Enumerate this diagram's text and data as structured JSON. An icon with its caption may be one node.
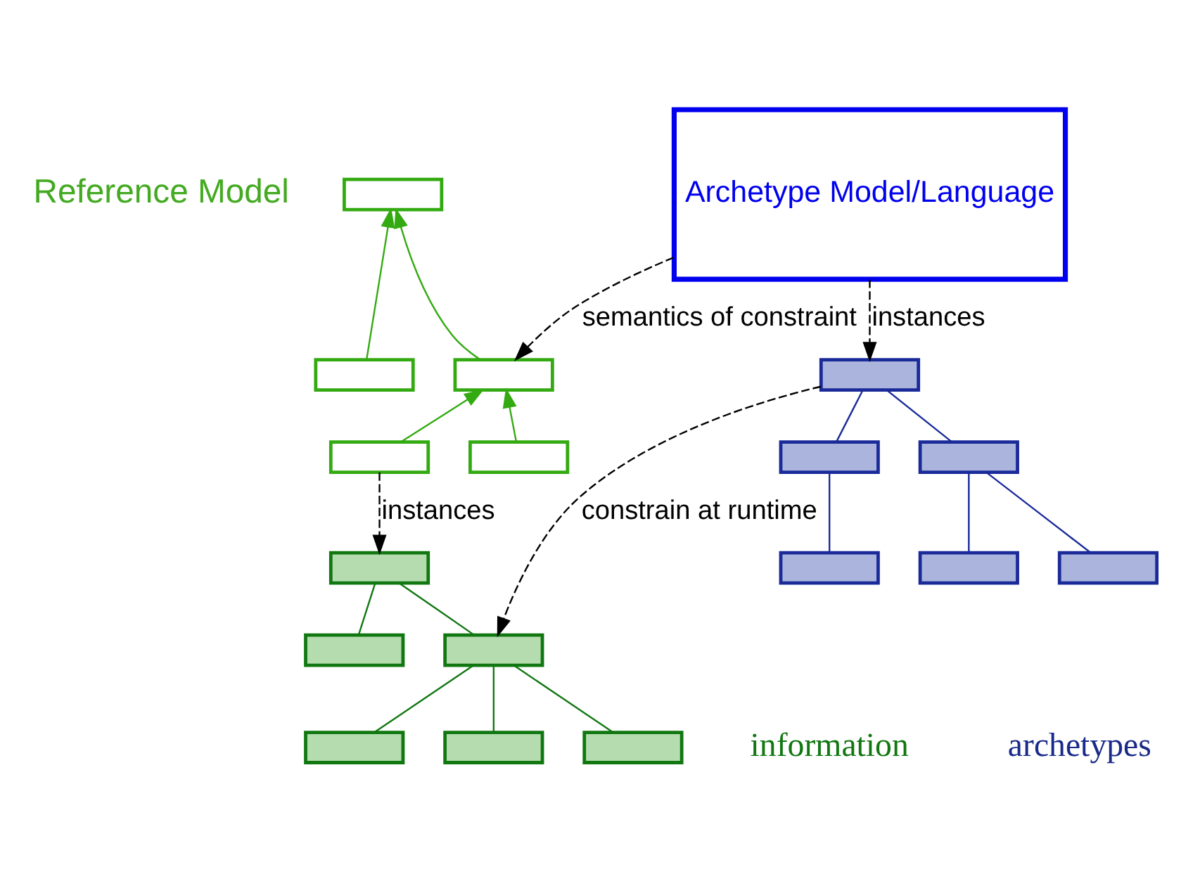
{
  "diagram": {
    "nodes": [
      {
        "text": [
          "Reference Model"
        ]
      },
      {
        "text": [],
        "shape": "box"
      },
      {
        "text": [],
        "shape": "box"
      },
      {
        "text": [],
        "shape": "box"
      },
      {
        "text": [],
        "shape": "box"
      },
      {
        "text": [],
        "shape": "box"
      },
      {
        "text": [
          "Archetype Model/Language"
        ]
      },
      {
        "text": [
          "information"
        ]
      },
      {
        "text": [],
        "shape": "box"
      },
      {
        "text": [],
        "shape": "box"
      },
      {
        "text": [],
        "shape": "box"
      },
      {
        "text": [],
        "shape": "box"
      },
      {
        "text": [],
        "shape": "box"
      },
      {
        "text": [],
        "shape": "box"
      },
      {
        "text": [
          "archetypes"
        ]
      },
      {
        "text": [],
        "shape": "box"
      },
      {
        "text": [],
        "shape": "box"
      },
      {
        "text": [],
        "shape": "box"
      },
      {
        "text": [],
        "shape": "box"
      },
      {
        "text": [],
        "shape": "box"
      },
      {
        "text": [],
        "shape": "box"
      }
    ],
    "edges": [
      {
        "from": 2,
        "to": 1,
        "arrow": "to",
        "color": "#33aa11"
      },
      {
        "from": 3,
        "to": 1,
        "arrow": "to",
        "color": "#33aa11"
      },
      {
        "from": 4,
        "to": 3,
        "arrow": "to",
        "color": "#33aa11"
      },
      {
        "from": 5,
        "to": 3,
        "arrow": "to",
        "color": "#33aa11"
      },
      {
        "from": 8,
        "to": 9,
        "arrow": "none",
        "color": "#117711"
      },
      {
        "from": 8,
        "to": 10,
        "arrow": "none",
        "color": "#117711"
      },
      {
        "from": 10,
        "to": 11,
        "arrow": "none",
        "color": "#117711"
      },
      {
        "from": 10,
        "to": 12,
        "arrow": "none",
        "color": "#117711"
      },
      {
        "from": 10,
        "to": 13,
        "arrow": "none",
        "color": "#117711"
      },
      {
        "from": 15,
        "to": 16,
        "arrow": "none",
        "color": "#1a2a99"
      },
      {
        "from": 15,
        "to": 17,
        "arrow": "none",
        "color": "#1a2a99"
      },
      {
        "from": 16,
        "to": 18,
        "arrow": "none",
        "color": "#1a2a99"
      },
      {
        "from": 17,
        "to": 19,
        "arrow": "none",
        "color": "#1a2a99"
      },
      {
        "from": 17,
        "to": 20,
        "arrow": "none",
        "color": "#1a2a99"
      },
      {
        "from": 6,
        "to": 3,
        "arrow": "to",
        "label": "semantics of constraint",
        "style": "dashed",
        "color": "#000000"
      },
      {
        "from": 4,
        "to": 8,
        "arrow": "to",
        "label": "instances",
        "style": "dashed",
        "color": "#000000"
      },
      {
        "from": 6,
        "to": 15,
        "arrow": "to",
        "label": "instances",
        "style": "dashed",
        "color": "#000000"
      },
      {
        "from": 15,
        "to": 10,
        "arrow": "to",
        "label": "constrain at runtime",
        "style": "dashed",
        "color": "#000000"
      }
    ]
  }
}
